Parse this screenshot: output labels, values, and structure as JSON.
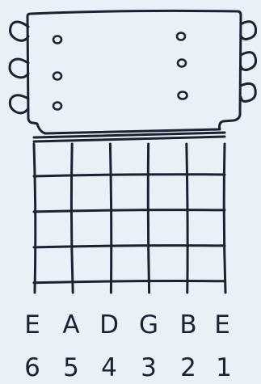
{
  "strings": [
    {
      "note": "E",
      "number": "6"
    },
    {
      "note": "A",
      "number": "5"
    },
    {
      "note": "D",
      "number": "4"
    },
    {
      "note": "G",
      "number": "3"
    },
    {
      "note": "B",
      "number": "2"
    },
    {
      "note": "E",
      "number": "1"
    }
  ],
  "fret_count": 4,
  "tuning_pegs_per_side": 3,
  "colors": {
    "ink": "#1c2233",
    "background": "#e8f1f6"
  }
}
